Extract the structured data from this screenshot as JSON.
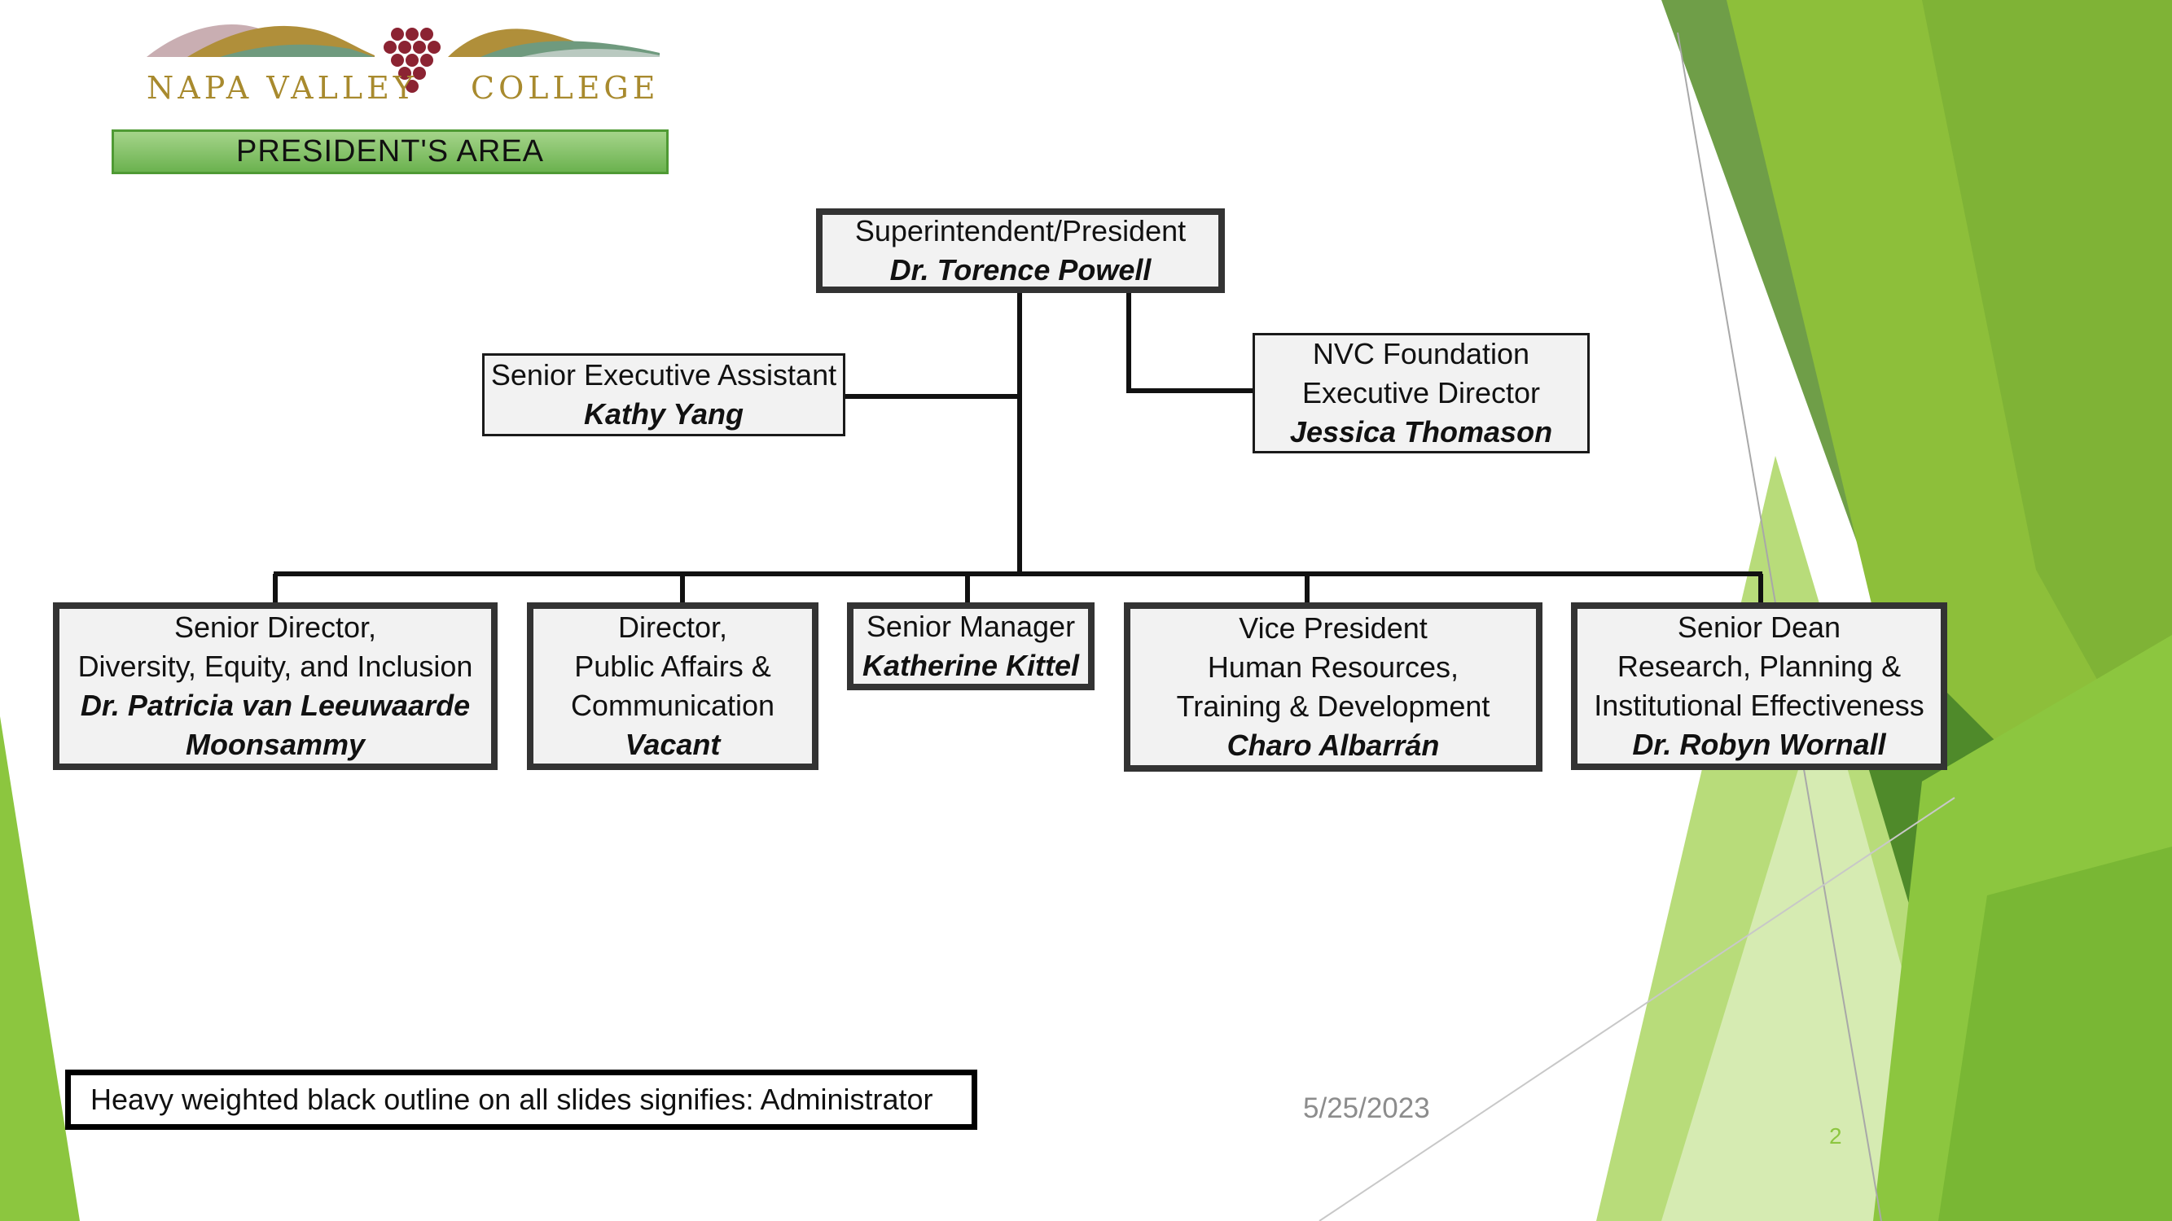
{
  "logo": {
    "left_word": "NAPA VALLEY",
    "right_word": "COLLEGE"
  },
  "banner": {
    "title": "PRESIDENT'S AREA"
  },
  "org": {
    "president": {
      "title": "Superintendent/President",
      "name": "Dr. Torence Powell"
    },
    "assistant": {
      "title": "Senior Executive Assistant",
      "name": "Kathy Yang"
    },
    "foundation": {
      "title_1": "NVC Foundation",
      "title_2": "Executive Director",
      "name": "Jessica Thomason"
    },
    "dei": {
      "title_1": "Senior Director,",
      "title_2": "Diversity, Equity, and Inclusion",
      "name_1": "Dr. Patricia van Leeuwaarde",
      "name_2": "Moonsammy"
    },
    "public_affairs": {
      "title_1": "Director,",
      "title_2": "Public Affairs &",
      "title_3": "Communication",
      "name": "Vacant"
    },
    "senior_manager": {
      "title": "Senior Manager",
      "name": "Katherine Kittel"
    },
    "vp_hr": {
      "title_1": "Vice President",
      "title_2": "Human Resources,",
      "title_3": "Training &  Development",
      "name": "Charo Albarrán"
    },
    "senior_dean": {
      "title_1": "Senior Dean",
      "title_2": "Research,  Planning &",
      "title_3": "Institutional  Effectiveness",
      "name": "Dr. Robyn Wornall"
    }
  },
  "legend": {
    "text": "Heavy weighted black outline on all slides signifies: Administrator"
  },
  "footer": {
    "date": "5/25/2023",
    "slide_number": "2"
  },
  "colors": {
    "accent_green": "#8cc63f",
    "banner_green": "#6bb24f",
    "logo_gold": "#a88a2e",
    "grape": "#8b2332"
  }
}
